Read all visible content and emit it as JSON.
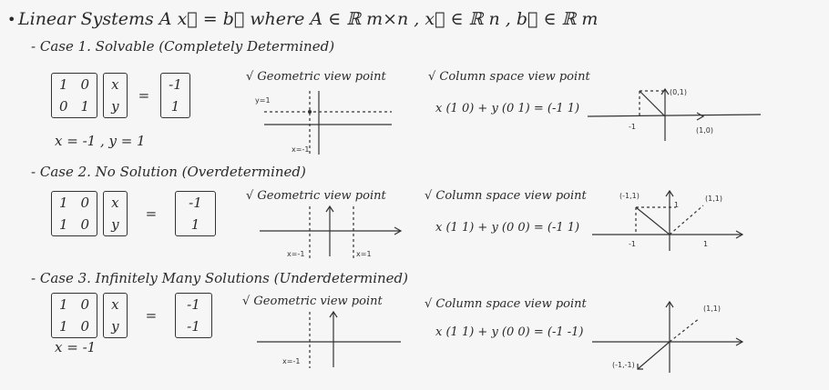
{
  "title": "Linear Systems   A x⃗ = b⃗   where   A ∈ ℝ m×n ,  x⃗ ∈ ℝ n ,  b⃗ ∈ ℝ m",
  "cases": [
    {
      "heading": "- Case 1. Solvable (Completely Determined)",
      "A": [
        [
          "1",
          "0"
        ],
        [
          "0",
          "1"
        ]
      ],
      "x": [
        "x",
        "y"
      ],
      "b": [
        "-1",
        "1"
      ],
      "solution": "x = -1 , y = 1",
      "geo_label": "√ Geometric view point",
      "col_label": "√ Column space view point",
      "col_eq": "x (1 0) + y (0 1) = (-1 1)",
      "geo_ticks": [
        "y=1",
        "x=-1"
      ],
      "col_ticks": [
        "(0,1)",
        "-1",
        "(1,0)"
      ]
    },
    {
      "heading": "- Case 2. No Solution (Overdetermined)",
      "A": [
        [
          "1",
          "0"
        ],
        [
          "1",
          "0"
        ]
      ],
      "x": [
        "x",
        "y"
      ],
      "b": [
        "-1",
        "1"
      ],
      "solution": "",
      "geo_label": "√ Geometric view point",
      "col_label": "√ Column space view point",
      "col_eq": "x (1 1) + y (0 0) = (-1 1)",
      "geo_ticks": [
        "x=-1",
        "x=1"
      ],
      "col_ticks": [
        "(-1,1)",
        "1",
        "(1,1)",
        "-1",
        "1"
      ]
    },
    {
      "heading": "- Case 3. Infinitely Many Solutions (Underdetermined)",
      "A": [
        [
          "1",
          "0"
        ],
        [
          "1",
          "0"
        ]
      ],
      "x": [
        "x",
        "y"
      ],
      "b": [
        "-1",
        "-1"
      ],
      "solution": "x = -1",
      "geo_label": "√ Geometric view point",
      "col_label": "√ Column space view point",
      "col_eq": "x (1 1) + y (0 0) = (-1 -1)",
      "geo_ticks": [
        "x=-1"
      ],
      "col_ticks": [
        "(1,1)",
        "(-1,-1)"
      ]
    }
  ]
}
